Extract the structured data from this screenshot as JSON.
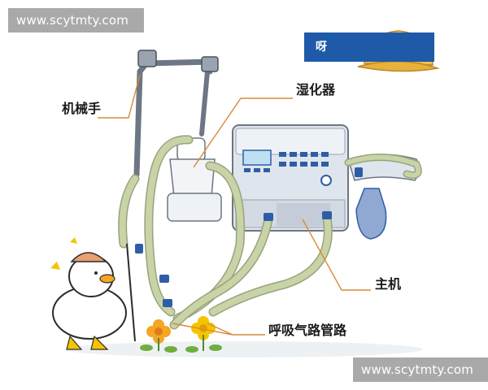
{
  "watermark": {
    "top": "www.scytmty.com",
    "bottom": "www.scytmty.com"
  },
  "banner": {
    "text": "呀"
  },
  "labels": {
    "robotic_arm": "机械手",
    "humidifier": "湿化器",
    "main_unit": "主机",
    "breathing_circuit": "呼吸气路管路"
  },
  "colors": {
    "leader_line": "#d98a3a",
    "banner": "#1e5aa8",
    "device_body": "#dfe5ec",
    "tube": "#c9d3a8",
    "tube_connector": "#2e5da8",
    "hat": "#f2c14e",
    "flower": "#f5a623"
  }
}
